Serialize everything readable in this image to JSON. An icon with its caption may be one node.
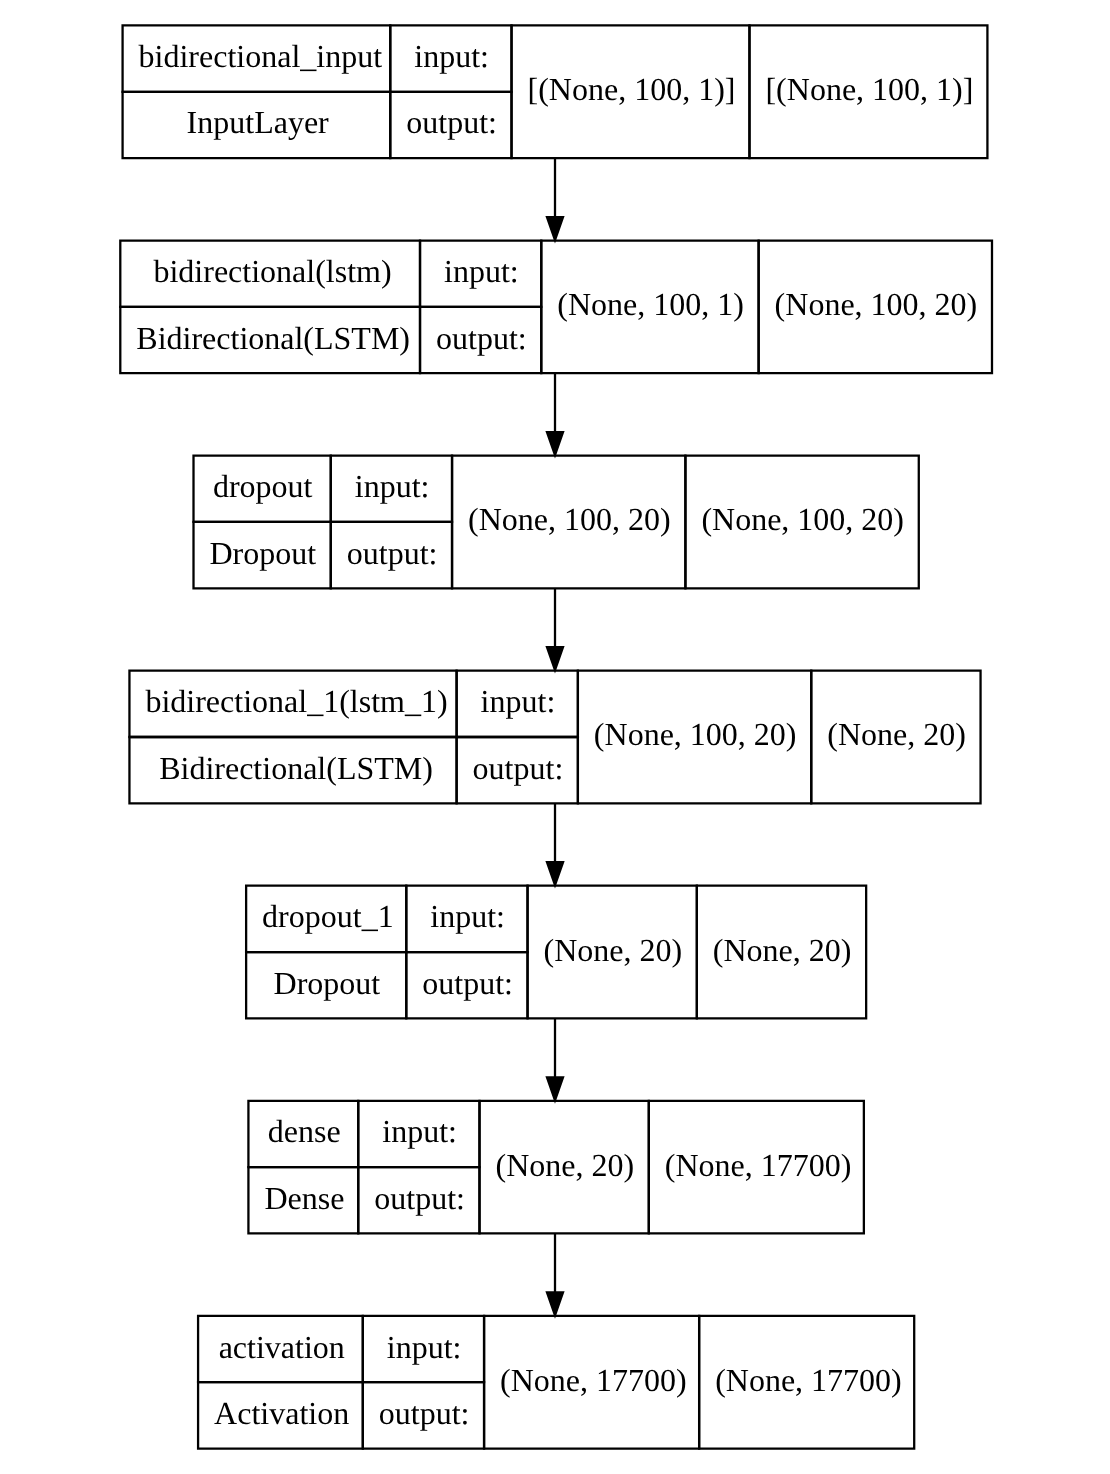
{
  "diagram": {
    "nodes": [
      {
        "text": [
          "bidirectional_input",
          "InputLayer",
          "input:",
          "output:",
          "[(None, 100, 1)]",
          "[(None, 100, 1)]"
        ]
      },
      {
        "text": [
          "bidirectional(lstm)",
          "Bidirectional(LSTM)",
          "input:",
          "output:",
          "(None, 100, 1)",
          "(None, 100, 20)"
        ]
      },
      {
        "text": [
          "dropout",
          "Dropout",
          "input:",
          "output:",
          "(None, 100, 20)",
          "(None, 100, 20)"
        ]
      },
      {
        "text": [
          "bidirectional_1(lstm_1)",
          "Bidirectional(LSTM)",
          "input:",
          "output:",
          "(None, 100, 20)",
          "(None, 20)"
        ]
      },
      {
        "text": [
          "dropout_1",
          "Dropout",
          "input:",
          "output:",
          "(None, 20)",
          "(None, 20)"
        ]
      },
      {
        "text": [
          "dense",
          "Dense",
          "input:",
          "output:",
          "(None, 20)",
          "(None, 17700)"
        ]
      },
      {
        "text": [
          "activation",
          "Activation",
          "input:",
          "output:",
          "(None, 17700)",
          "(None, 17700)"
        ]
      }
    ],
    "edges": [
      {
        "from": 0,
        "to": 1,
        "arrow": "to"
      },
      {
        "from": 1,
        "to": 2,
        "arrow": "to"
      },
      {
        "from": 2,
        "to": 3,
        "arrow": "to"
      },
      {
        "from": 3,
        "to": 4,
        "arrow": "to"
      },
      {
        "from": 4,
        "to": 5,
        "arrow": "to"
      },
      {
        "from": 5,
        "to": 6,
        "arrow": "to"
      }
    ]
  }
}
